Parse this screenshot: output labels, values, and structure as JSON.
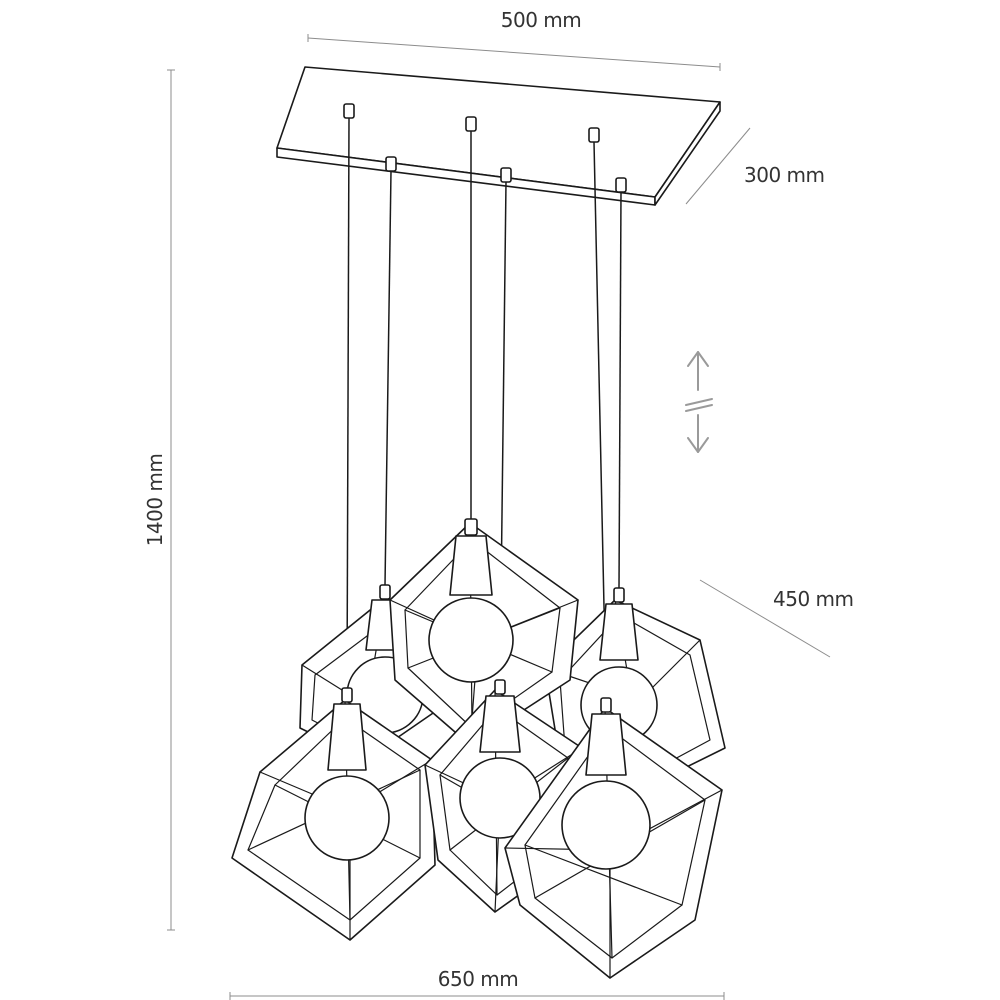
{
  "dimensions": {
    "width_top": "500 mm",
    "depth": "300 mm",
    "shade_size": "450 mm",
    "height": "1400 mm",
    "width_bottom": "650 mm"
  },
  "colors": {
    "ink": "#1a1a1a",
    "dimension_line": "#8c8c8c",
    "adjust_arrow": "#9a9a9a"
  },
  "icons": [
    "height-adjust-icon"
  ]
}
